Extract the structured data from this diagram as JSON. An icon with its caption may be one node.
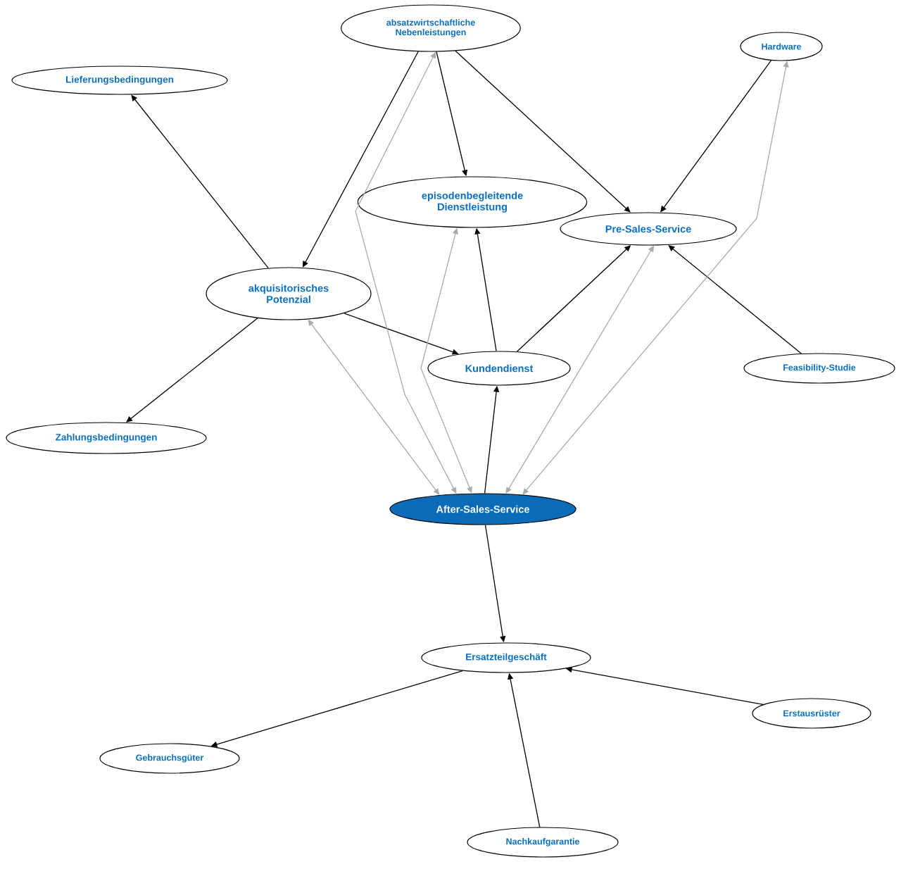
{
  "diagram": {
    "nodes": [
      {
        "text": [
          "absatzwirtschaftliche Nebenleistungen"
        ]
      },
      {
        "text": [
          "Hardware"
        ]
      },
      {
        "text": [
          "Lieferungsbedingungen"
        ]
      },
      {
        "text": [
          "episodenbegleitende Dienstleistung"
        ]
      },
      {
        "text": [
          "Pre-Sales-Service"
        ]
      },
      {
        "text": [
          "akquisitorisches Potenzial"
        ]
      },
      {
        "text": [
          "Kundendienst"
        ]
      },
      {
        "text": [
          "Feasibility-Studie"
        ]
      },
      {
        "text": [
          "Zahlungsbedingungen"
        ]
      },
      {
        "text": [
          "After-Sales-Service"
        ]
      },
      {
        "text": [
          "Ersatzteilgeschäft"
        ]
      },
      {
        "text": [
          "Erstausrüster"
        ]
      },
      {
        "text": [
          "Gebrauchsgüter"
        ]
      },
      {
        "text": [
          "Nachkaufgarantie"
        ]
      }
    ],
    "edges": [
      {
        "from": 0,
        "to": 5,
        "arrow": "to"
      },
      {
        "from": 0,
        "to": 3,
        "arrow": "to"
      },
      {
        "from": 0,
        "to": 4,
        "arrow": "to"
      },
      {
        "from": 1,
        "to": 4,
        "arrow": "to"
      },
      {
        "from": 5,
        "to": 2,
        "arrow": "to"
      },
      {
        "from": 5,
        "to": 6,
        "arrow": "to"
      },
      {
        "from": 5,
        "to": 8,
        "arrow": "to"
      },
      {
        "from": 6,
        "to": 3,
        "arrow": "to"
      },
      {
        "from": 6,
        "to": 4,
        "arrow": "to"
      },
      {
        "from": 7,
        "to": 4,
        "arrow": "to"
      },
      {
        "from": 9,
        "to": 6,
        "arrow": "to"
      },
      {
        "from": 9,
        "to": 10,
        "arrow": "to"
      },
      {
        "from": 10,
        "to": 12,
        "arrow": "to"
      },
      {
        "from": 11,
        "to": 10,
        "arrow": "to"
      },
      {
        "from": 13,
        "to": 10,
        "arrow": "to"
      },
      {
        "from": 5,
        "to": 9,
        "arrow": "both",
        "color": "#aaaaae"
      },
      {
        "from": 0,
        "to": 9,
        "arrow": "both",
        "color": "#aaaaae"
      },
      {
        "from": 3,
        "to": 9,
        "arrow": "both",
        "color": "#aaaaae"
      },
      {
        "from": 4,
        "to": 9,
        "arrow": "both",
        "color": "#aaaaae"
      },
      {
        "from": 1,
        "to": 9,
        "arrow": "both",
        "color": "#aaaaae"
      }
    ]
  }
}
